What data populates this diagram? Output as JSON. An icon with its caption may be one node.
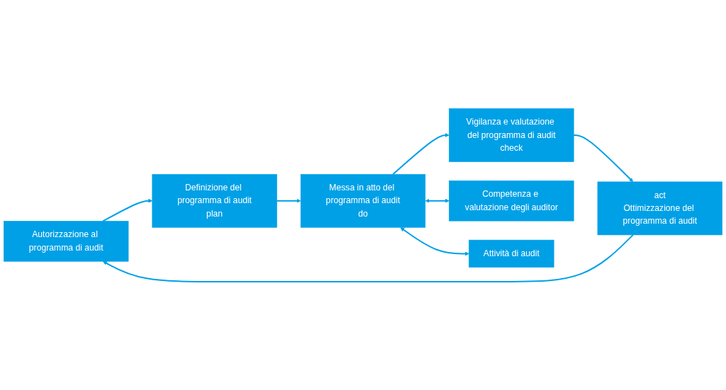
{
  "diagram": {
    "nodes": [
      {
        "text": [
          "Autorizzazione al programma di audit"
        ]
      },
      {
        "text": [
          "Definizione del programma di audit",
          "plan"
        ]
      },
      {
        "text": [
          "Messa in atto del programma di audit",
          "do"
        ]
      },
      {
        "text": [
          "Vigilanza e valutazione del programma di audit",
          "check"
        ]
      },
      {
        "text": [
          "act",
          "Ottimizzazione del programma di audit"
        ]
      },
      {
        "text": [
          "Competenza e valutazione degli auditor"
        ]
      },
      {
        "text": [
          "Attività di audit"
        ]
      }
    ],
    "edges": [
      {
        "from": 0,
        "to": 1,
        "arrow": "to"
      },
      {
        "from": 1,
        "to": 2,
        "arrow": "to"
      },
      {
        "from": 2,
        "to": 3,
        "arrow": "to"
      },
      {
        "from": 3,
        "to": 4,
        "arrow": "to"
      },
      {
        "from": 4,
        "to": 0,
        "arrow": "to"
      },
      {
        "from": 2,
        "to": 5,
        "arrow": "both"
      },
      {
        "from": 2,
        "to": 6,
        "arrow": "both"
      }
    ]
  }
}
